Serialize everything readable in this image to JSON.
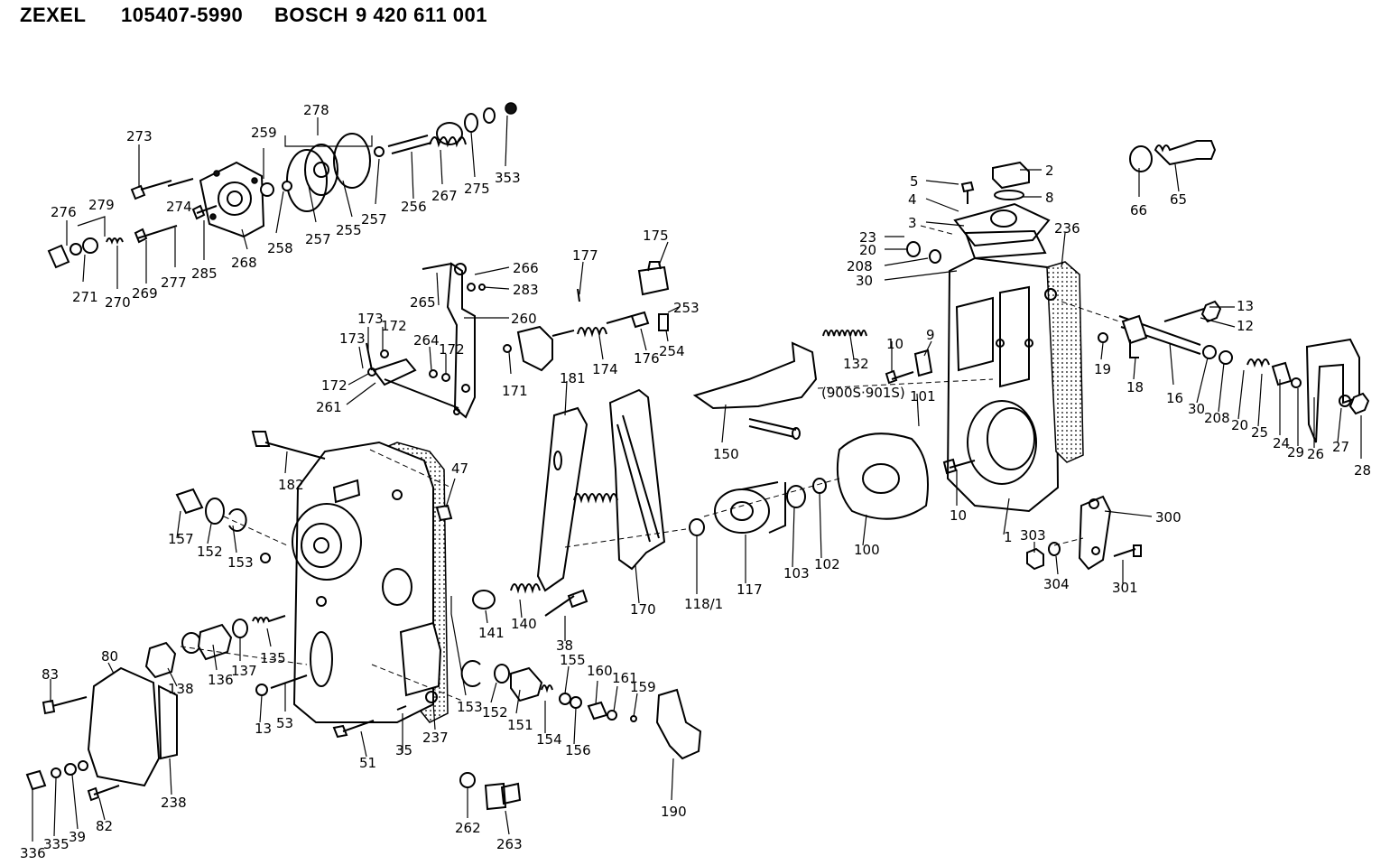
{
  "header": {
    "maker": "ZEXEL",
    "part_no": "105407-5990",
    "brand": "BOSCH",
    "bosch_no": "9 420 611 001"
  },
  "callouts": [
    {
      "id": "c273",
      "text": "273"
    },
    {
      "id": "c278",
      "text": "278"
    },
    {
      "id": "c259",
      "text": "259"
    },
    {
      "id": "c276",
      "text": "276"
    },
    {
      "id": "c279",
      "text": "279"
    },
    {
      "id": "c274",
      "text": "274"
    },
    {
      "id": "c271",
      "text": "271"
    },
    {
      "id": "c270",
      "text": "270"
    },
    {
      "id": "c269",
      "text": "269"
    },
    {
      "id": "c277",
      "text": "277"
    },
    {
      "id": "c285",
      "text": "285"
    },
    {
      "id": "c268",
      "text": "268"
    },
    {
      "id": "c258",
      "text": "258"
    },
    {
      "id": "c257a",
      "text": "257"
    },
    {
      "id": "c255",
      "text": "255"
    },
    {
      "id": "c257b",
      "text": "257"
    },
    {
      "id": "c256",
      "text": "256"
    },
    {
      "id": "c267",
      "text": "267"
    },
    {
      "id": "c275",
      "text": "275"
    },
    {
      "id": "c353",
      "text": "353"
    },
    {
      "id": "c175",
      "text": "175"
    },
    {
      "id": "c177",
      "text": "177"
    },
    {
      "id": "c266",
      "text": "266"
    },
    {
      "id": "c283",
      "text": "283"
    },
    {
      "id": "c265",
      "text": "265"
    },
    {
      "id": "c260",
      "text": "260"
    },
    {
      "id": "c253",
      "text": "253"
    },
    {
      "id": "c254",
      "text": "254"
    },
    {
      "id": "c176",
      "text": "176"
    },
    {
      "id": "c174",
      "text": "174"
    },
    {
      "id": "c171",
      "text": "171"
    },
    {
      "id": "c173a",
      "text": "173"
    },
    {
      "id": "c172a",
      "text": "172"
    },
    {
      "id": "c173b",
      "text": "173"
    },
    {
      "id": "c264",
      "text": "264"
    },
    {
      "id": "c172b",
      "text": "172"
    },
    {
      "id": "c172c",
      "text": "172"
    },
    {
      "id": "c261",
      "text": "261"
    },
    {
      "id": "c181",
      "text": "181"
    },
    {
      "id": "c132",
      "text": "132"
    },
    {
      "id": "c150",
      "text": "150"
    },
    {
      "id": "c900s",
      "text": "(900S·901S)"
    },
    {
      "id": "c101",
      "text": "101"
    },
    {
      "id": "c10a",
      "text": "10"
    },
    {
      "id": "c9",
      "text": "9"
    },
    {
      "id": "c10b",
      "text": "10"
    },
    {
      "id": "c5",
      "text": "5"
    },
    {
      "id": "c4",
      "text": "4"
    },
    {
      "id": "c3",
      "text": "3"
    },
    {
      "id": "c23",
      "text": "23"
    },
    {
      "id": "c20a",
      "text": "20"
    },
    {
      "id": "c208a",
      "text": "208"
    },
    {
      "id": "c30a",
      "text": "30"
    },
    {
      "id": "c2",
      "text": "2"
    },
    {
      "id": "c8",
      "text": "8"
    },
    {
      "id": "c236",
      "text": "236"
    },
    {
      "id": "c66",
      "text": "66"
    },
    {
      "id": "c65",
      "text": "65"
    },
    {
      "id": "c13a",
      "text": "13"
    },
    {
      "id": "c12",
      "text": "12"
    },
    {
      "id": "c19",
      "text": "19"
    },
    {
      "id": "c18",
      "text": "18"
    },
    {
      "id": "c16",
      "text": "16"
    },
    {
      "id": "c30b",
      "text": "30"
    },
    {
      "id": "c208b",
      "text": "208"
    },
    {
      "id": "c20b",
      "text": "20"
    },
    {
      "id": "c25",
      "text": "25"
    },
    {
      "id": "c24",
      "text": "24"
    },
    {
      "id": "c29",
      "text": "29"
    },
    {
      "id": "c26",
      "text": "26"
    },
    {
      "id": "c27",
      "text": "27"
    },
    {
      "id": "c28",
      "text": "28"
    },
    {
      "id": "c182",
      "text": "182"
    },
    {
      "id": "c47",
      "text": "47"
    },
    {
      "id": "c157",
      "text": "157"
    },
    {
      "id": "c152a",
      "text": "152"
    },
    {
      "id": "c153a",
      "text": "153"
    },
    {
      "id": "c1",
      "text": "1"
    },
    {
      "id": "c100",
      "text": "100"
    },
    {
      "id": "c102",
      "text": "102"
    },
    {
      "id": "c103",
      "text": "103"
    },
    {
      "id": "c117",
      "text": "117"
    },
    {
      "id": "c118",
      "text": "118/1"
    },
    {
      "id": "c170",
      "text": "170"
    },
    {
      "id": "c303",
      "text": "303"
    },
    {
      "id": "c304",
      "text": "304"
    },
    {
      "id": "c300",
      "text": "300"
    },
    {
      "id": "c301",
      "text": "301"
    },
    {
      "id": "c141",
      "text": "141"
    },
    {
      "id": "c140",
      "text": "140"
    },
    {
      "id": "c38",
      "text": "38"
    },
    {
      "id": "c135",
      "text": "135"
    },
    {
      "id": "c137",
      "text": "137"
    },
    {
      "id": "c136",
      "text": "136"
    },
    {
      "id": "c138",
      "text": "138"
    },
    {
      "id": "c80",
      "text": "80"
    },
    {
      "id": "c83",
      "text": "83"
    },
    {
      "id": "c13b",
      "text": "13"
    },
    {
      "id": "c53",
      "text": "53"
    },
    {
      "id": "c51",
      "text": "51"
    },
    {
      "id": "c35",
      "text": "35"
    },
    {
      "id": "c237",
      "text": "237"
    },
    {
      "id": "c153b",
      "text": "153"
    },
    {
      "id": "c152b",
      "text": "152"
    },
    {
      "id": "c151",
      "text": "151"
    },
    {
      "id": "c155",
      "text": "155"
    },
    {
      "id": "c154",
      "text": "154"
    },
    {
      "id": "c156",
      "text": "156"
    },
    {
      "id": "c160",
      "text": "160"
    },
    {
      "id": "c161",
      "text": "161"
    },
    {
      "id": "c159",
      "text": "159"
    },
    {
      "id": "c190",
      "text": "190"
    },
    {
      "id": "c238",
      "text": "238"
    },
    {
      "id": "c336",
      "text": "336"
    },
    {
      "id": "c335",
      "text": "335"
    },
    {
      "id": "c39",
      "text": "39"
    },
    {
      "id": "c82",
      "text": "82"
    },
    {
      "id": "c262",
      "text": "262"
    },
    {
      "id": "c263",
      "text": "263"
    }
  ]
}
